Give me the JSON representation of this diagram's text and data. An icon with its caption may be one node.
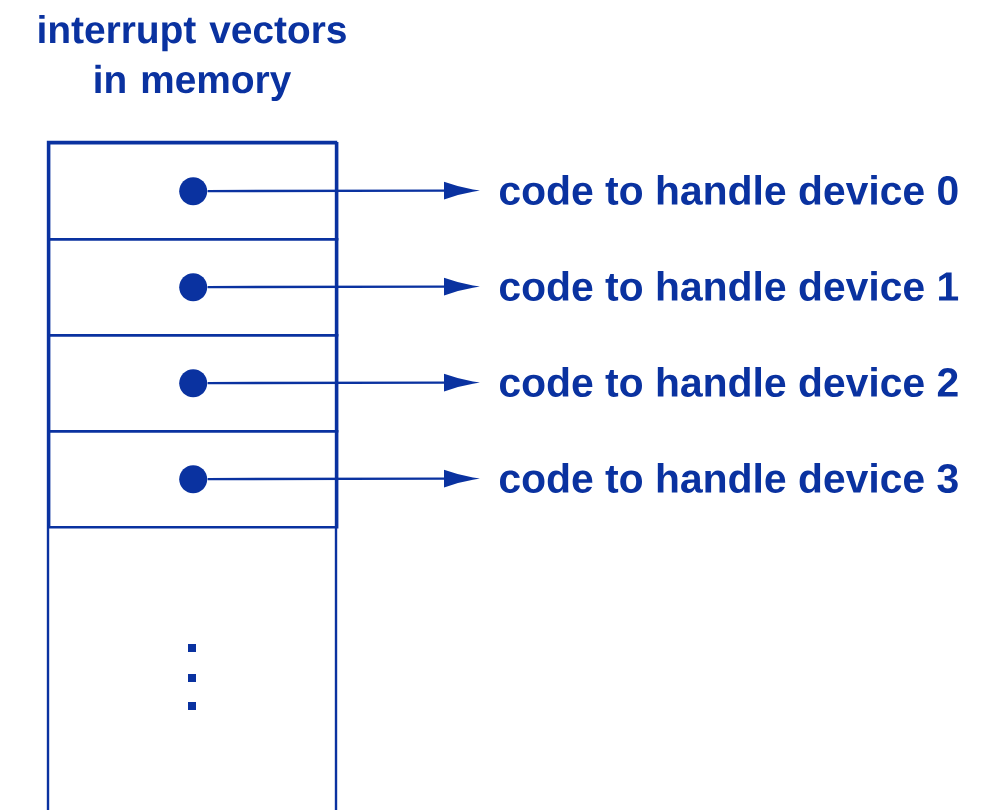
{
  "diagram": {
    "nodes": [
      {
        "text": [
          "interrupt vectors in memory"
        ]
      },
      {
        "text": [],
        "shape": "box",
        "in": 0
      },
      {
        "text": [],
        "shape": "box",
        "in": 0
      },
      {
        "text": [],
        "shape": "box",
        "in": 0
      },
      {
        "text": [],
        "shape": "box",
        "in": 0
      },
      {
        "text": [],
        "shape": "circle",
        "in": 1
      },
      {
        "text": [],
        "shape": "circle",
        "in": 2
      },
      {
        "text": [],
        "shape": "circle",
        "in": 3
      },
      {
        "text": [],
        "shape": "circle",
        "in": 4
      },
      {
        "text": [
          "code to handle device 0"
        ]
      },
      {
        "text": [
          "code to handle device 1"
        ]
      },
      {
        "text": [
          "code to handle device 2"
        ]
      },
      {
        "text": [
          "code to handle device 3"
        ]
      }
    ],
    "edges": [
      {
        "from": 5,
        "to": 9,
        "arrow": "to"
      },
      {
        "from": 6,
        "to": 10,
        "arrow": "to"
      },
      {
        "from": 7,
        "to": 11,
        "arrow": "to"
      },
      {
        "from": 8,
        "to": 12,
        "arrow": "to"
      }
    ]
  }
}
